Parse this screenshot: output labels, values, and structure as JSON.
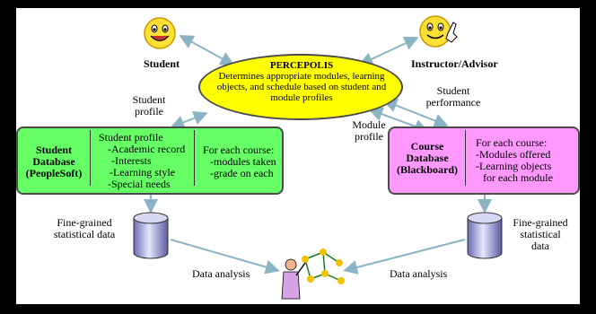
{
  "student_label": "Student",
  "instructor_label": "Instructor/Advisor",
  "percepolis": {
    "title": "PERCEPOLIS",
    "lines": [
      "Determines appropriate modules, learning",
      "objects, and schedule based on student and",
      "module profiles"
    ]
  },
  "edge_labels": {
    "student_profile": [
      "Student",
      "profile"
    ],
    "student_performance": [
      "Student",
      "performance"
    ],
    "module_profile": [
      "Module",
      "profile"
    ]
  },
  "student_db": {
    "name": [
      "Student",
      "Database",
      "(PeopleSoft)"
    ],
    "profile_lines": [
      "Student profile",
      "-Academic record",
      "-Interests",
      "-Learning style",
      "-Special needs"
    ],
    "course_lines": [
      "For each course:",
      "-modules taken",
      "-grade on each"
    ]
  },
  "course_db": {
    "name": [
      "Course",
      "Database",
      "(Blackboard)"
    ],
    "lines": [
      "For each course:",
      "-Modules offered",
      "-Learning objects",
      "for each module"
    ]
  },
  "fine_grained_left": [
    "Fine-grained",
    "statistical data"
  ],
  "fine_grained_right": [
    "Fine-grained",
    "statistical",
    "data"
  ],
  "data_analysis_left": "Data analysis",
  "data_analysis_right": "Data analysis",
  "colors": {
    "ellipse": "#ffff00",
    "student_db": "#66ff66",
    "course_db": "#ff99ff",
    "arrow": "#8ab4c4"
  }
}
